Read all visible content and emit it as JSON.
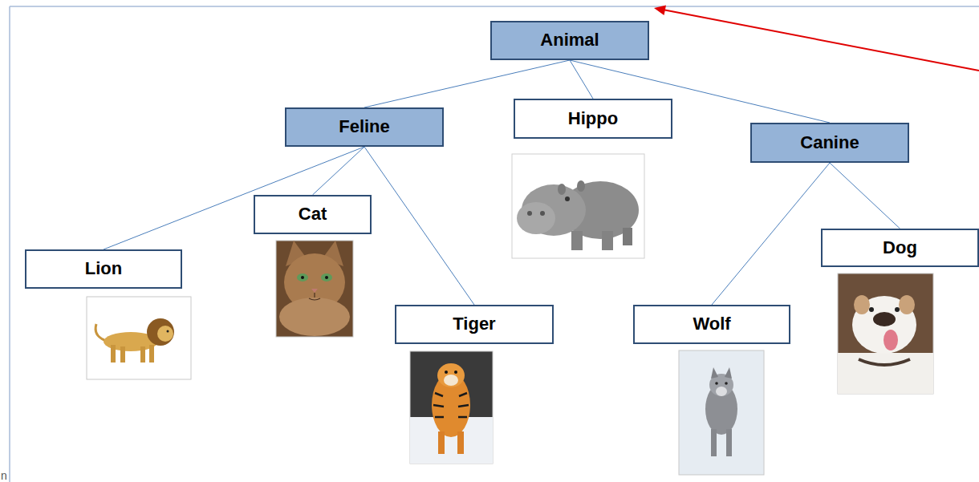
{
  "diagram": {
    "nodes": [
      {
        "text": [
          "Animal"
        ]
      },
      {
        "text": [
          "Feline"
        ]
      },
      {
        "text": [
          "Hippo"
        ]
      },
      {
        "text": [
          "Canine"
        ]
      },
      {
        "text": [
          "Lion"
        ]
      },
      {
        "text": [
          "Cat"
        ]
      },
      {
        "text": [
          "Tiger"
        ]
      },
      {
        "text": [
          "Wolf"
        ]
      },
      {
        "text": [
          "Dog"
        ]
      }
    ],
    "edges": [
      {
        "from": 0,
        "to": 1,
        "arrow": "none"
      },
      {
        "from": 0,
        "to": 2,
        "arrow": "none"
      },
      {
        "from": 0,
        "to": 3,
        "arrow": "none"
      },
      {
        "from": 1,
        "to": 4,
        "arrow": "none"
      },
      {
        "from": 1,
        "to": 5,
        "arrow": "none"
      },
      {
        "from": 1,
        "to": 6,
        "arrow": "none"
      },
      {
        "from": 3,
        "to": 7,
        "arrow": "none"
      },
      {
        "from": 3,
        "to": 8,
        "arrow": "none"
      }
    ],
    "labels": [
      "n"
    ]
  }
}
